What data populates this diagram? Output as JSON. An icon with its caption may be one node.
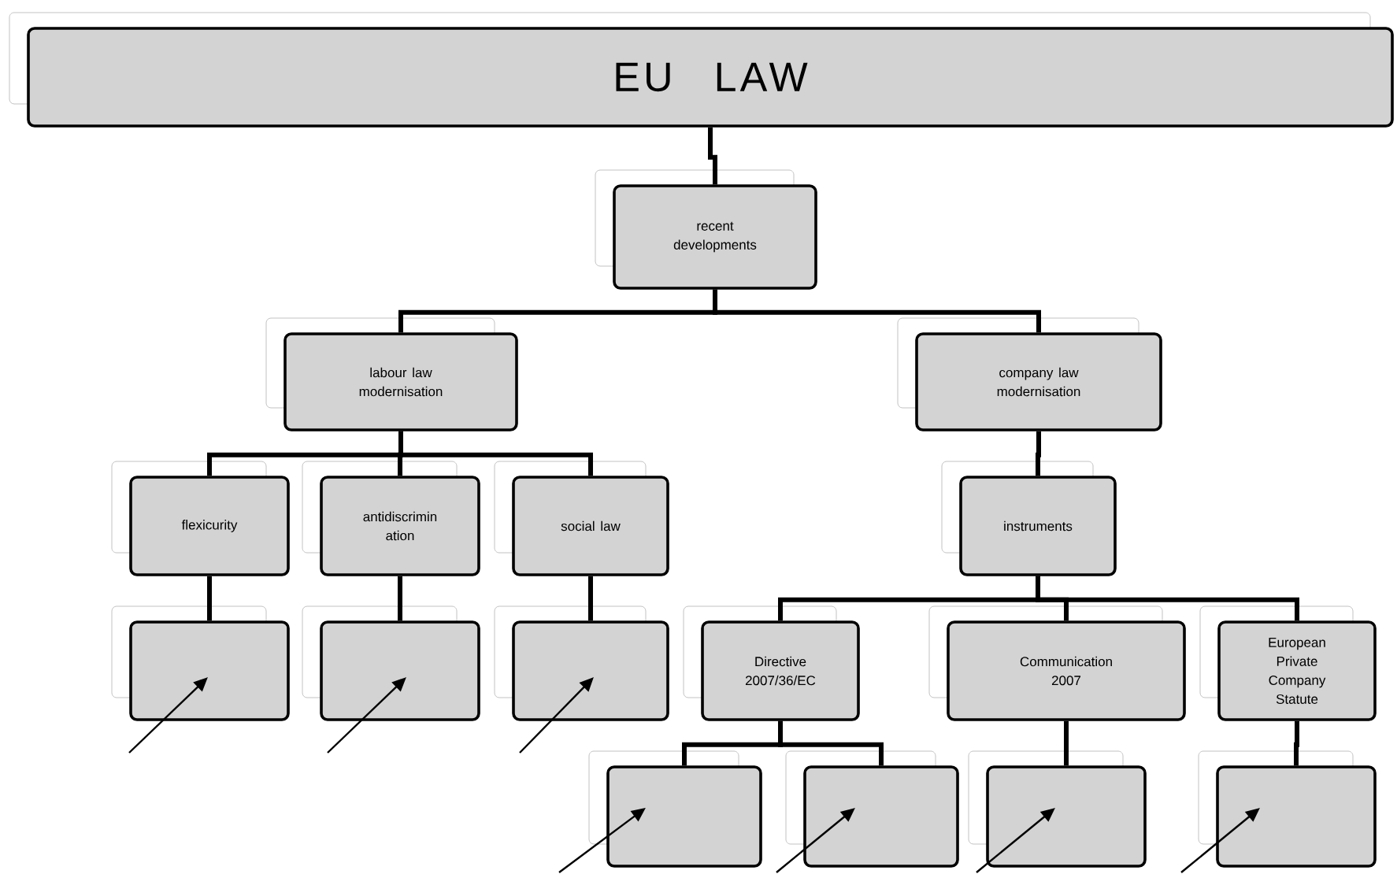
{
  "diagram": {
    "nodes": [
      {
        "text": [
          "EU LAW"
        ]
      },
      {
        "text": [
          "recent developments"
        ]
      },
      {
        "text": [
          "labour law modernisation"
        ]
      },
      {
        "text": [
          "company law modernisation"
        ]
      },
      {
        "text": [
          "flexicurity"
        ]
      },
      {
        "text": [
          "antidiscrimin ation"
        ]
      },
      {
        "text": [
          "social law"
        ]
      },
      {
        "text": [
          "instruments"
        ]
      },
      {
        "text": [],
        "shape": "box"
      },
      {
        "text": [],
        "shape": "box"
      },
      {
        "text": [],
        "shape": "box"
      },
      {
        "text": [
          "Directive 2007/36/EC"
        ]
      },
      {
        "text": [
          "Communication 2007"
        ]
      },
      {
        "text": [
          "European Private Company Statute"
        ]
      },
      {
        "text": [],
        "shape": "box"
      },
      {
        "text": [],
        "shape": "box"
      },
      {
        "text": [],
        "shape": "box"
      },
      {
        "text": [],
        "shape": "box"
      }
    ],
    "edges": [
      {
        "from": 0,
        "to": 1,
        "arrow": "none"
      },
      {
        "from": 1,
        "to": 2,
        "arrow": "none"
      },
      {
        "from": 1,
        "to": 3,
        "arrow": "none"
      },
      {
        "from": 2,
        "to": 4,
        "arrow": "none"
      },
      {
        "from": 2,
        "to": 5,
        "arrow": "none"
      },
      {
        "from": 2,
        "to": 6,
        "arrow": "none"
      },
      {
        "from": 3,
        "to": 7,
        "arrow": "none"
      },
      {
        "from": 7,
        "to": 11,
        "arrow": "none"
      },
      {
        "from": 7,
        "to": 12,
        "arrow": "none"
      },
      {
        "from": 7,
        "to": 13,
        "arrow": "none"
      },
      {
        "from": 4,
        "to": 8,
        "arrow": "none"
      },
      {
        "from": 5,
        "to": 9,
        "arrow": "none"
      },
      {
        "from": 6,
        "to": 10,
        "arrow": "none"
      },
      {
        "from": 11,
        "to": 14,
        "arrow": "none"
      },
      {
        "from": 11,
        "to": 15,
        "arrow": "none"
      },
      {
        "from": 12,
        "to": 16,
        "arrow": "none"
      },
      {
        "from": 13,
        "to": 17,
        "arrow": "none"
      },
      {
        "from": null,
        "to": 8,
        "arrow": "to"
      },
      {
        "from": null,
        "to": 9,
        "arrow": "to"
      },
      {
        "from": null,
        "to": 10,
        "arrow": "to"
      },
      {
        "from": null,
        "to": 14,
        "arrow": "to"
      },
      {
        "from": null,
        "to": 15,
        "arrow": "to"
      },
      {
        "from": null,
        "to": 16,
        "arrow": "to"
      },
      {
        "from": null,
        "to": 17,
        "arrow": "to"
      }
    ]
  }
}
